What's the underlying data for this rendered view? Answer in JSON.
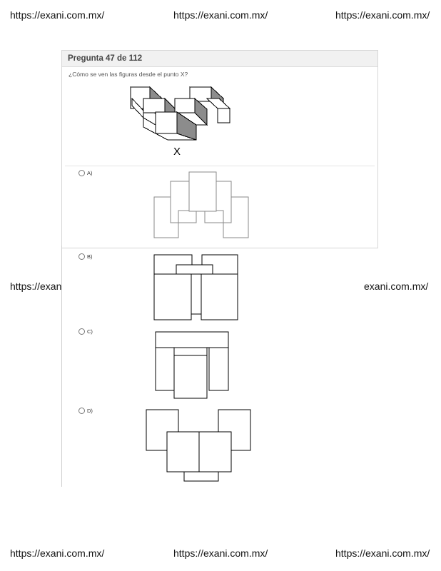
{
  "watermark": "https://exani.com.mx/",
  "watermark_cut_left": "https://exan",
  "watermark_cut_right": "exani.com.mx/",
  "card": {
    "header": "Pregunta 47 de 112",
    "question": "¿Cómo se ven las figuras desde el punto X?",
    "view_point": "X"
  },
  "options": [
    {
      "label": "A)"
    },
    {
      "label": "B)"
    },
    {
      "label": "C)"
    },
    {
      "label": "D)"
    }
  ]
}
